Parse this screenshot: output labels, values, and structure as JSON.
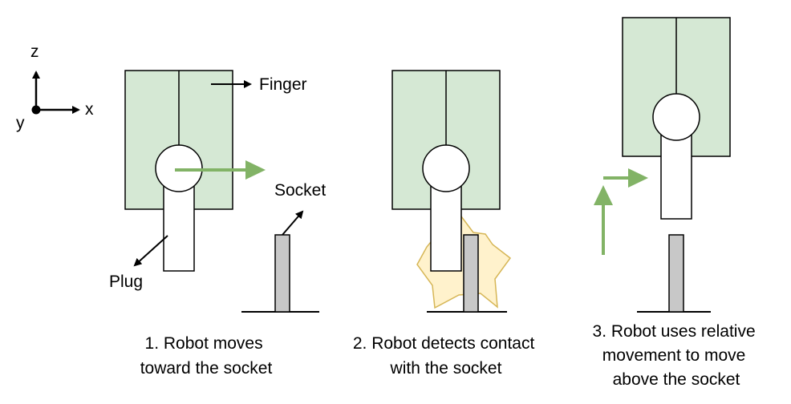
{
  "axes": {
    "z": "z",
    "x": "x",
    "y": "y"
  },
  "labels": {
    "finger": "Finger",
    "socket": "Socket",
    "plug": "Plug"
  },
  "captions": {
    "step1": [
      "1. Robot moves",
      "toward the socket"
    ],
    "step2": [
      "2. Robot detects contact",
      "with the socket"
    ],
    "step3": [
      "3. Robot uses relative",
      "movement to move",
      "above the socket"
    ]
  },
  "colors": {
    "finger_fill": "#d5e8d4",
    "arrow_green": "#82b366",
    "socket_fill": "#c8c8c8",
    "contact_fill": "#fff2cc",
    "contact_stroke": "#d6b656",
    "line": "#000000"
  }
}
